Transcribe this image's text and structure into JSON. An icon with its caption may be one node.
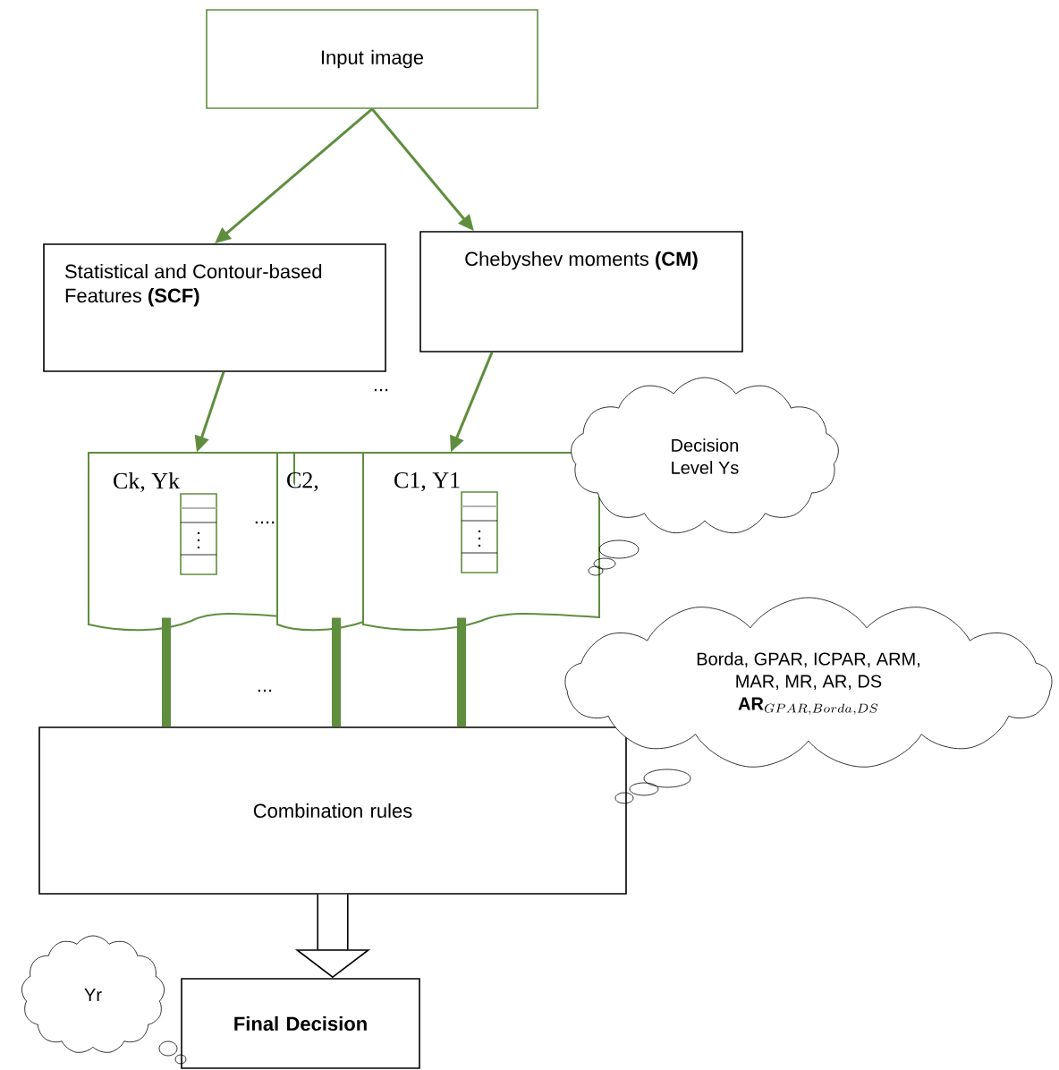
{
  "diagram": {
    "nodes": [
      {
        "text": [
          "Input image"
        ]
      },
      {
        "text": [
          "Statistical and Contour-based Features **(SCF)**"
        ]
      },
      {
        "text": [
          "Chebyshev moments **(CM)**"
        ]
      },
      {
        "text": [
          "Ck, Yk"
        ]
      },
      {
        "text": [
          "C2,"
        ]
      },
      {
        "text": [
          "C1, Y1"
        ]
      },
      {
        "text": [
          "Decision Level Ys"
        ]
      },
      {
        "text": [
          "Combination rules"
        ]
      },
      {
        "text": [
          "Borda, GPAR, ICPAR, ARM, MAR, MR, AR, DS",
          "\\mathbf{AR}_{GPAR,Borda,DS}"
        ]
      },
      {
        "text": [
          "Final Decision"
        ]
      },
      {
        "text": [
          "Yr"
        ]
      }
    ],
    "edges": [
      {
        "from": 0,
        "to": 1,
        "arrow": "to"
      },
      {
        "from": 0,
        "to": 2,
        "arrow": "to"
      },
      {
        "from": 1,
        "to": 3,
        "arrow": "to"
      },
      {
        "from": 2,
        "to": 5,
        "arrow": "to"
      },
      {
        "from": 3,
        "to": 7,
        "arrow": "none",
        "style": "thick"
      },
      {
        "from": 4,
        "to": 7,
        "arrow": "none",
        "style": "thick"
      },
      {
        "from": 5,
        "to": 7,
        "arrow": "none",
        "style": "thick"
      },
      {
        "from": 7,
        "to": 9,
        "arrow": "to",
        "color": "#000000",
        "style": "thick"
      }
    ],
    "labels": [
      "...",
      "....",
      "..."
    ]
  }
}
